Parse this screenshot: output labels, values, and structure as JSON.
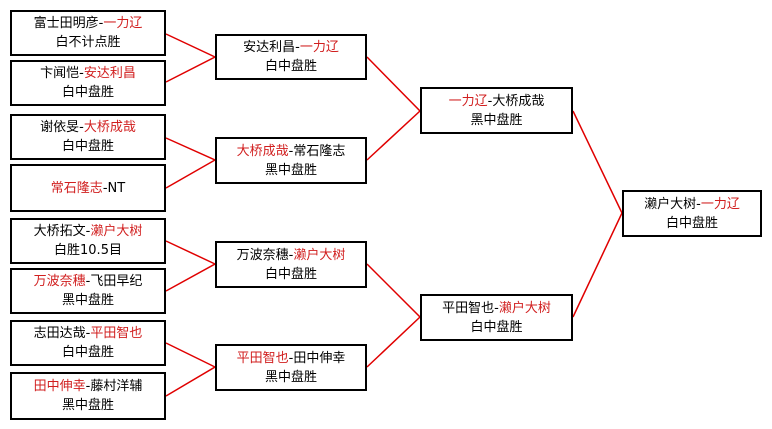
{
  "colors": {
    "winner": "#d11f1f",
    "line": "#e00000",
    "border": "#000000"
  },
  "matches": [
    {
      "id": "r1m1",
      "p1": "富士田明彦",
      "p2": "一力辽",
      "winner": 2,
      "result": "白不计点胜"
    },
    {
      "id": "r1m2",
      "p1": "卞闻恺",
      "p2": "安达利昌",
      "winner": 2,
      "result": "白中盘胜"
    },
    {
      "id": "r1m3",
      "p1": "谢依旻",
      "p2": "大桥成哉",
      "winner": 2,
      "result": "白中盘胜"
    },
    {
      "id": "r1m4",
      "p1": "常石隆志",
      "p2": "NT",
      "winner": 1,
      "result": ""
    },
    {
      "id": "r1m5",
      "p1": "大桥拓文",
      "p2": "濑户大树",
      "winner": 2,
      "result": "白胜10.5目"
    },
    {
      "id": "r1m6",
      "p1": "万波奈穗",
      "p2": "飞田早纪",
      "winner": 1,
      "result": "黑中盘胜"
    },
    {
      "id": "r1m7",
      "p1": "志田达哉",
      "p2": "平田智也",
      "winner": 2,
      "result": "白中盘胜"
    },
    {
      "id": "r1m8",
      "p1": "田中伸幸",
      "p2": "藤村洋辅",
      "winner": 1,
      "result": "黑中盘胜"
    },
    {
      "id": "r2m1",
      "p1": "安达利昌",
      "p2": "一力辽",
      "winner": 2,
      "result": "白中盘胜"
    },
    {
      "id": "r2m2",
      "p1": "大桥成哉",
      "p2": "常石隆志",
      "winner": 1,
      "result": "黑中盘胜"
    },
    {
      "id": "r2m3",
      "p1": "万波奈穗",
      "p2": "濑户大树",
      "winner": 2,
      "result": "白中盘胜"
    },
    {
      "id": "r2m4",
      "p1": "平田智也",
      "p2": "田中伸幸",
      "winner": 1,
      "result": "黑中盘胜"
    },
    {
      "id": "r3m1",
      "p1": "一力辽",
      "p2": "大桥成哉",
      "winner": 1,
      "result": "黑中盘胜"
    },
    {
      "id": "r3m2",
      "p1": "平田智也",
      "p2": "濑户大树",
      "winner": 2,
      "result": "白中盘胜"
    },
    {
      "id": "final",
      "p1": "濑户大树",
      "p2": "一力辽",
      "winner": 2,
      "result": "白中盘胜"
    }
  ]
}
